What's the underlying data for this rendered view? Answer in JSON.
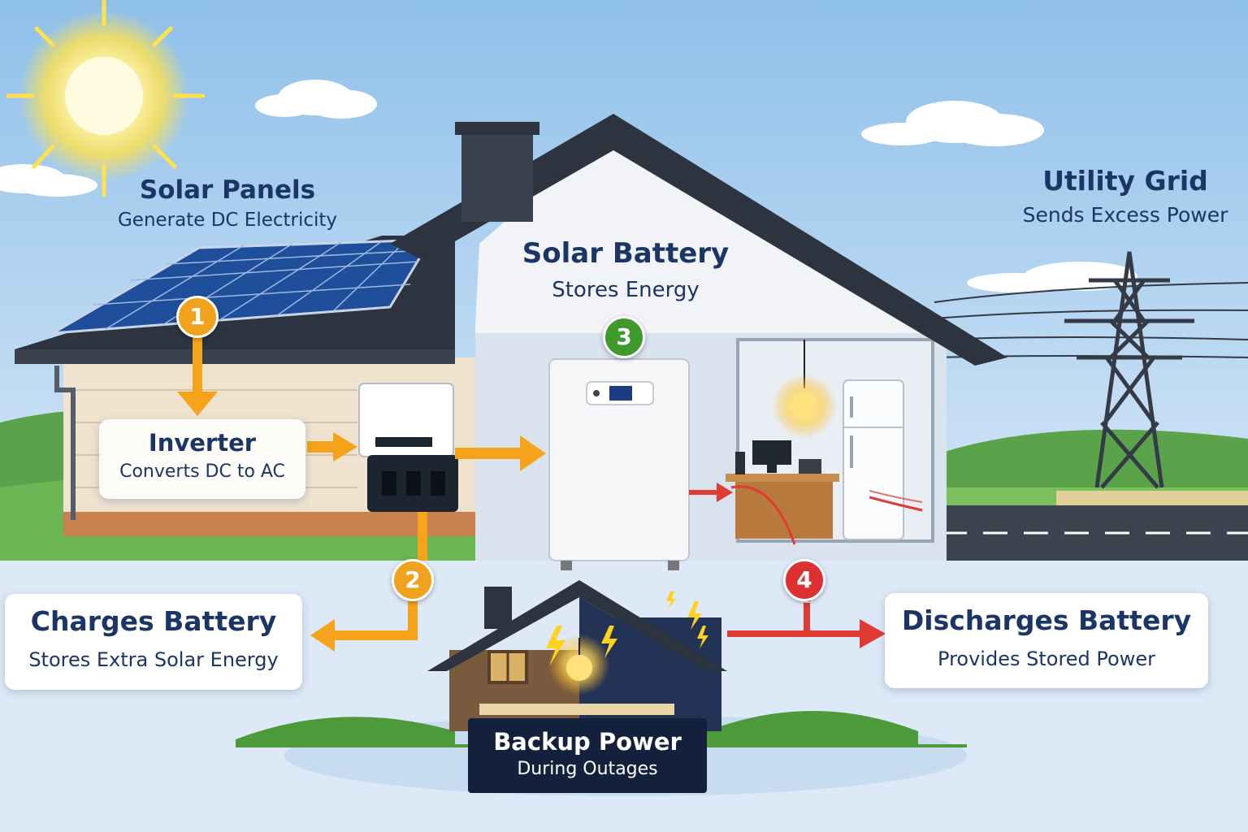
{
  "labels": {
    "solar_panels": {
      "title": "Solar Panels",
      "subtitle": "Generate DC Electricity"
    },
    "utility_grid": {
      "title": "Utility Grid",
      "subtitle": "Sends Excess Power"
    },
    "solar_battery": {
      "title": "Solar Battery",
      "subtitle": "Stores Energy"
    },
    "inverter": {
      "title": "Inverter",
      "subtitle": "Converts DC to AC"
    },
    "charges_battery": {
      "title": "Charges Battery",
      "subtitle": "Stores Extra Solar Energy"
    },
    "discharges_battery": {
      "title": "Discharges Battery",
      "subtitle": "Provides Stored Power"
    },
    "backup_power": {
      "title": "Backup Power",
      "subtitle": "During Outages"
    }
  },
  "steps": [
    "1",
    "2",
    "3",
    "4"
  ],
  "colors": {
    "sky": "#cfe3f5",
    "text_navy": "#1b3566",
    "flow_orange": "#f5a31a",
    "flow_red": "#e03a35",
    "step_green": "#3f9a2c",
    "roof": "#2d3440",
    "solar_panel": "#1f4f9a"
  },
  "icons": [
    "sun-icon",
    "solar-panel-icon",
    "inverter-icon",
    "battery-unit-icon",
    "power-tower-icon",
    "light-bulb-icon",
    "fridge-icon",
    "computer-icon",
    "lightning-icon"
  ]
}
